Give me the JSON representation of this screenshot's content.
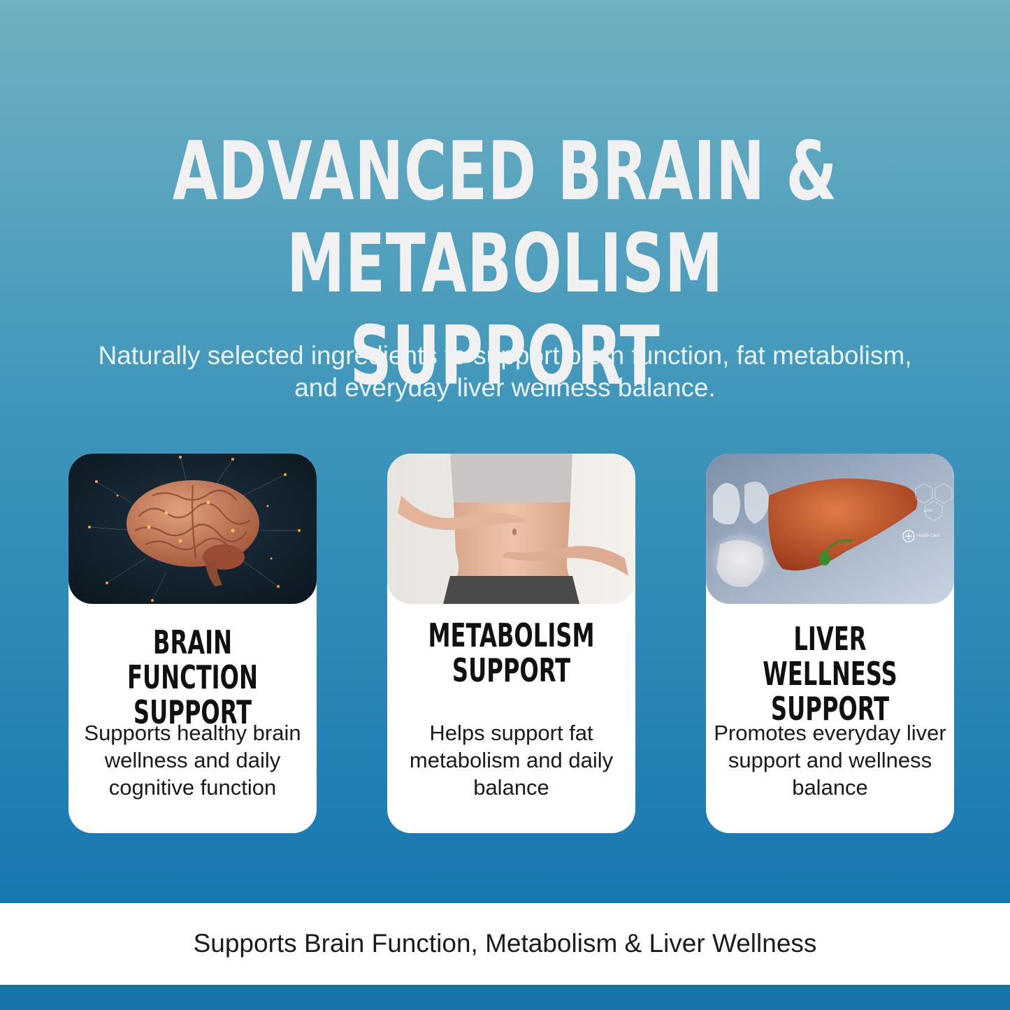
{
  "headline": {
    "line1": "ADVANCED BRAIN &",
    "line2": "METABOLISM SUPPORT"
  },
  "subtitle": "Naturally selected ingredients to support brain function, fat metabolism, and everyday liver wellness balance.",
  "cards": [
    {
      "title_line1": "BRAIN FUNCTION",
      "title_line2": "SUPPORT",
      "description": "Supports healthy brain wellness and daily cognitive function",
      "image": "brain-photo"
    },
    {
      "title_line1": "METABOLISM",
      "title_line2": "SUPPORT",
      "description": "Helps support fat metabolism and daily balance",
      "image": "abdomen-photo"
    },
    {
      "title_line1": "LIVER WELLNESS",
      "title_line2": "SUPPORT",
      "description": "Promotes everyday liver support and wellness balance",
      "image": "liver-photo",
      "image_labels": [
        "Liver",
        "Health Care"
      ]
    }
  ],
  "footer": "Supports Brain Function, Metabolism & Liver Wellness",
  "colors": {
    "gradient_top": "#6fb0c1",
    "gradient_bottom": "#1778b0",
    "card_bg": "#ffffff",
    "bottom_strip": "#1674a8"
  }
}
